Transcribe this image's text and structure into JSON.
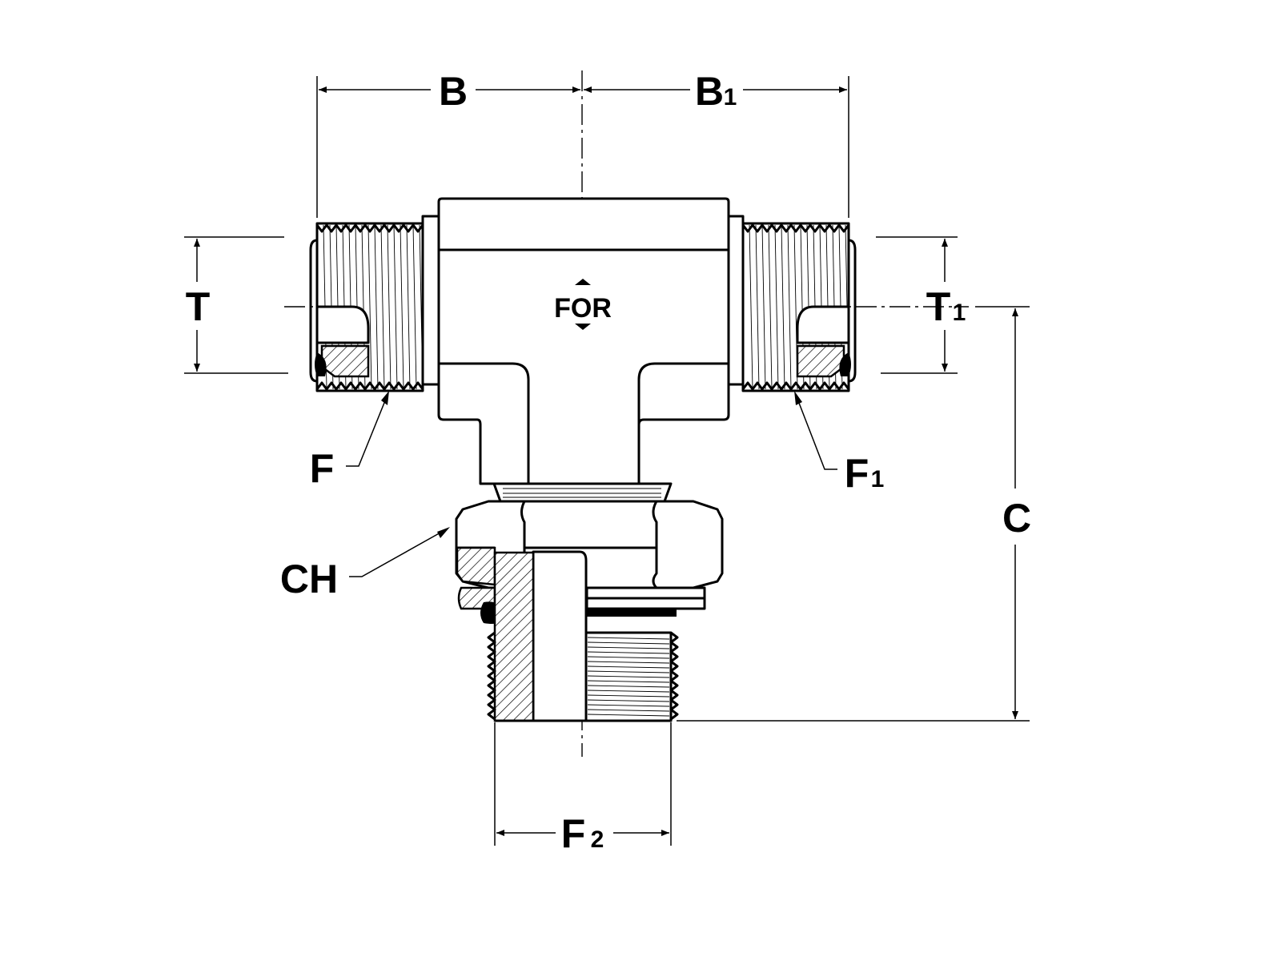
{
  "figure": {
    "type": "technical drawing - swivel run tee fitting with O-ring face seal ends and adjustable port stud end",
    "brand_logo": "FOR",
    "line_color": "#000000",
    "background": "#ffffff"
  },
  "dimensions": {
    "B": {
      "main": "B",
      "sub": ""
    },
    "B1": {
      "main": "B",
      "sub": "1"
    },
    "T": {
      "main": "T",
      "sub": ""
    },
    "T1": {
      "main": "T",
      "sub": "1"
    },
    "F": {
      "main": "F",
      "sub": ""
    },
    "F1": {
      "main": "F",
      "sub": "1"
    },
    "F2": {
      "main": "F",
      "sub": "2"
    },
    "C": {
      "main": "C",
      "sub": ""
    },
    "CH": {
      "main": "CH",
      "sub": ""
    }
  }
}
